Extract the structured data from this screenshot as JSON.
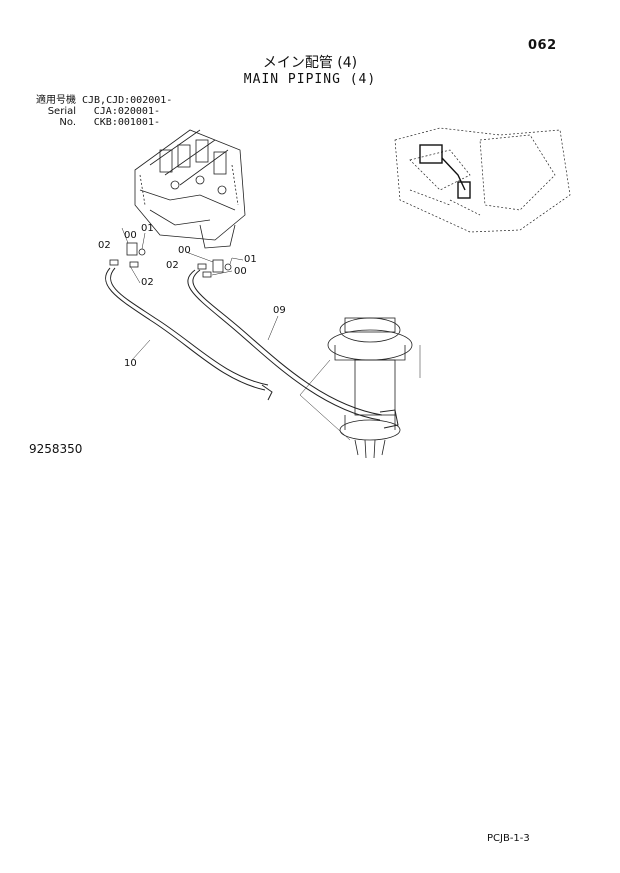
{
  "page": {
    "page_number": "062",
    "title_jp": "メイン配管 (4)",
    "title_en": "MAIN PIPING (4)",
    "serial": {
      "label_jp": "適用号機",
      "label_en": "Serial No.",
      "values": [
        "CJB,CJD:002001-",
        "CJA:020001-",
        "CKB:001001-"
      ]
    },
    "figure_number": "9258350",
    "footer_code": "PCJB-1-3"
  },
  "callouts": {
    "c00a": "00",
    "c01a": "01",
    "c02a": "02",
    "c02b": "02",
    "c00b": "00",
    "c02c": "02",
    "c01b": "01",
    "c00c": "00",
    "c09": "09",
    "c10": "10"
  }
}
